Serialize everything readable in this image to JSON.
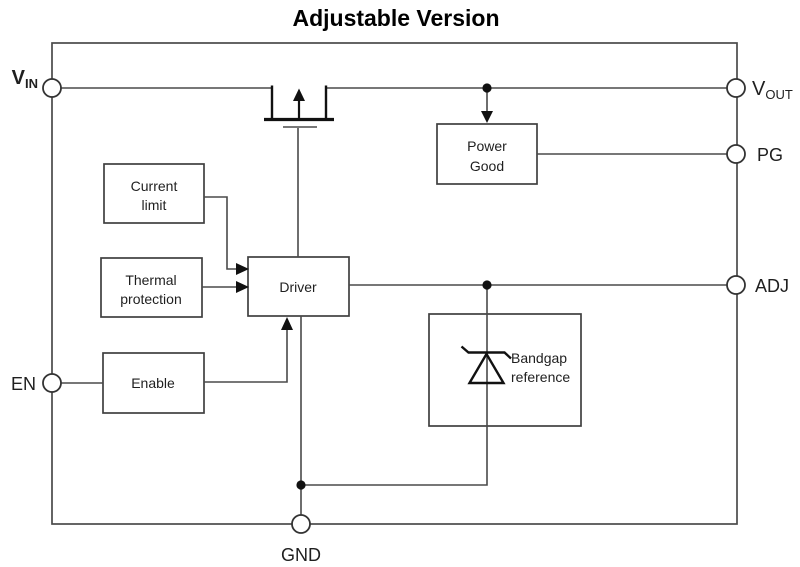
{
  "title": "Adjustable Version",
  "pins": {
    "vin": {
      "main": "V",
      "sub": "IN"
    },
    "vout": {
      "main": "V",
      "sub": "OUT"
    },
    "pg": {
      "label": "PG"
    },
    "adj": {
      "label": "ADJ"
    },
    "en": {
      "label": "EN"
    },
    "gnd": {
      "label": "GND"
    }
  },
  "blocks": {
    "current_limit": {
      "line1": "Current",
      "line2": "limit"
    },
    "thermal_protection": {
      "line1": "Thermal",
      "line2": "protection"
    },
    "driver": {
      "label": "Driver"
    },
    "enable": {
      "label": "Enable"
    },
    "power_good": {
      "line1": "Power",
      "line2": "Good"
    },
    "bandgap_reference": {
      "line1": "Bandgap",
      "line2": "reference"
    }
  },
  "colors": {
    "line": "#4a4a4a",
    "symbol": "#111111",
    "text": "#1f1f1f",
    "title": "#000000",
    "background": "#ffffff"
  }
}
